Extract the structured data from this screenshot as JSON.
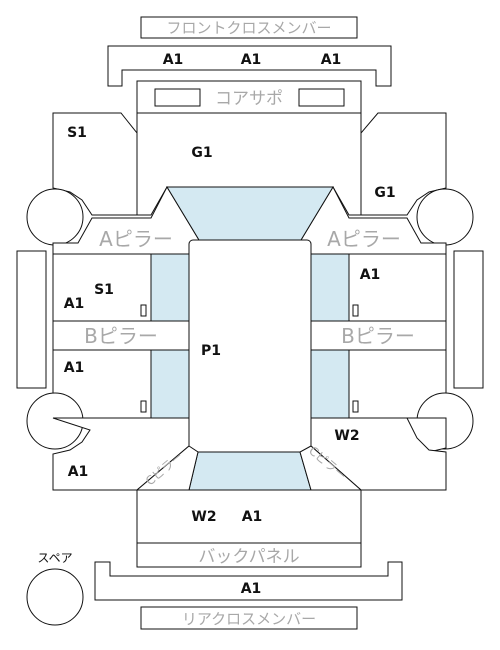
{
  "labels": {
    "front_cross_member": "フロントクロスメンバー",
    "core_support": "コアサポ",
    "a_pillar_left": "Aピラー",
    "a_pillar_right": "Aピラー",
    "b_pillar_left": "Bピラー",
    "b_pillar_right": "Bピラー",
    "back_panel": "バックパネル",
    "rear_cross_member": "リアクロスメンバー",
    "spare": "スペア",
    "pillar_c_left": "Cピラー",
    "pillar_c_right": "Cピラー"
  },
  "codes": {
    "front_member_1": "A1",
    "front_member_2": "A1",
    "front_member_3": "A1",
    "front_left_fender": "S1",
    "hood": "G1",
    "front_right_fender": "G1",
    "right_front_door": "A1",
    "left_front_door_a": "S1",
    "left_front_door_b": "A1",
    "roof": "P1",
    "left_rear_door": "A1",
    "right_rear_door": "W2",
    "left_quarter": "A1",
    "trunk_1": "W2",
    "trunk_2": "A1",
    "rear_member": "A1"
  },
  "colors": {
    "outline": "#111111",
    "label_grey": "#a8a8a8",
    "glass": "#d4e9f2",
    "background": "#ffffff"
  }
}
